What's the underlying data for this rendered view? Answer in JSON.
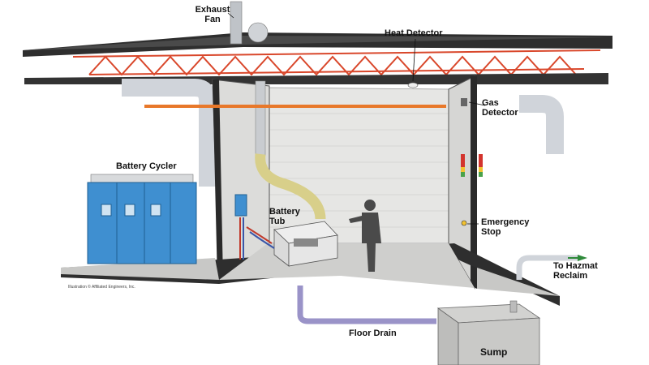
{
  "labels": {
    "exhaust_fan": [
      "Exhaust",
      "Fan"
    ],
    "heat_detector": "Heat Detector",
    "gas_detector": [
      "Gas",
      "Detector"
    ],
    "battery_cycler": "Battery Cycler",
    "battery_tub": [
      "Battery",
      "Tub"
    ],
    "emergency_stop": [
      "Emergency",
      "Stop"
    ],
    "hazmat": [
      "To Hazmat",
      "Reclaim"
    ],
    "floor_drain": "Floor Drain",
    "sump": "Sump"
  },
  "credit": "Illustration © Affiliated Engineers, Inc.",
  "colors": {
    "truss": "#d9472b",
    "sprinkler_pipe": "#e8782a",
    "roof": "#3b3b3b",
    "cycler_blue": "#3f8fd0",
    "duct_yellow": "#d8cf8a",
    "drain_pipe": "#9a93c8",
    "arrow_green": "#2f8a3a"
  }
}
